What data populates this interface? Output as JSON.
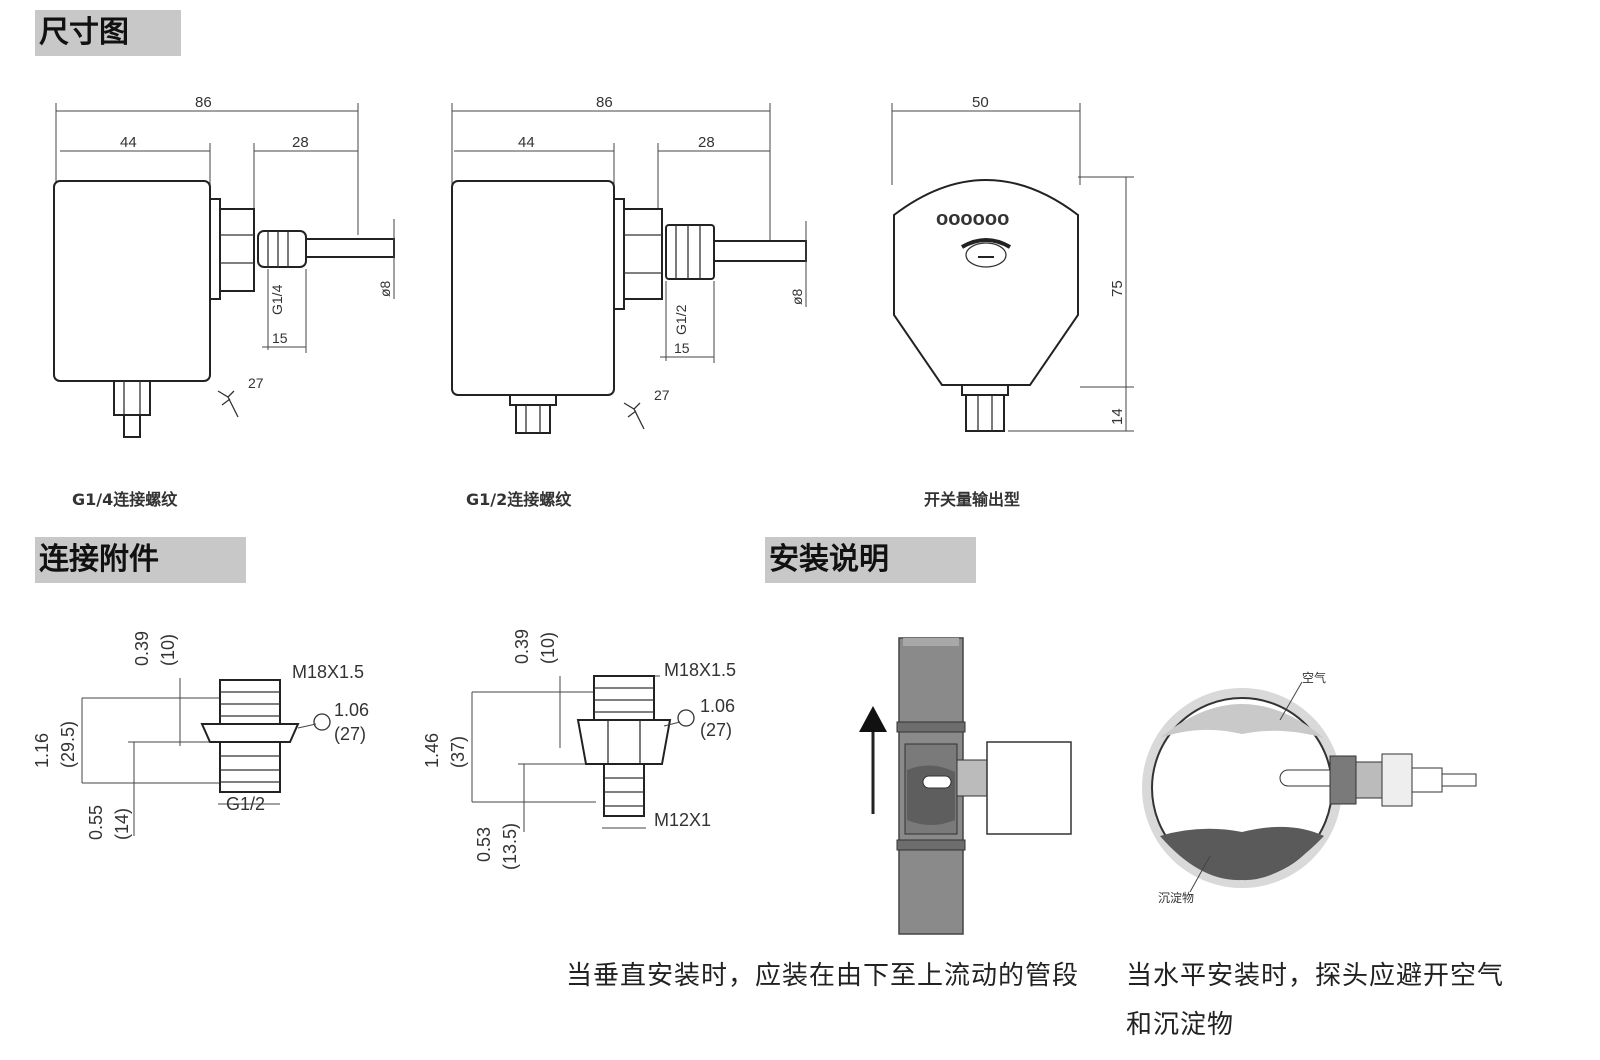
{
  "sections": {
    "dimensions_title": "尺寸图",
    "accessories_title": "连接附件",
    "installation_title": "安装说明"
  },
  "dim_drawings": {
    "g14": {
      "caption": "G1/4连接螺纹",
      "total": "86",
      "body": "44",
      "probe": "28",
      "thread": "G1/4",
      "tip": "15",
      "dia": "ø8",
      "wrench": "27"
    },
    "g12": {
      "caption": "G1/2连接螺纹",
      "total": "86",
      "body": "44",
      "probe": "28",
      "thread": "G1/2",
      "tip": "15",
      "dia": "ø8",
      "wrench": "27"
    },
    "switch": {
      "caption": "开关量输出型",
      "width": "50",
      "height": "75",
      "connector": "14",
      "leds": "oooooo"
    }
  },
  "accessories": {
    "a1": {
      "top_in": "0.39",
      "top_mm": "(10)",
      "total_in": "1.16",
      "total_mm": "(29.5)",
      "bot_in": "0.55",
      "bot_mm": "(14)",
      "thread_top": "M18X1.5",
      "hex_in": "1.06",
      "hex_mm": "(27)",
      "thread_bot": "G1/2"
    },
    "a2": {
      "top_in": "0.39",
      "top_mm": "(10)",
      "total_in": "1.46",
      "total_mm": "(37)",
      "bot_in": "0.53",
      "bot_mm": "(13.5)",
      "thread_top": "M18X1.5",
      "hex_in": "1.06",
      "hex_mm": "(27)",
      "thread_bot": "M12X1"
    }
  },
  "installation": {
    "horizontal_air": "空气",
    "horizontal_sediment": "沉淀物",
    "caption_vertical": "当垂直安装时，应装在由下至上流动的管段",
    "caption_horizontal_1": "当水平安装时，探头应避开空气",
    "caption_horizontal_2": "和沉淀物"
  }
}
